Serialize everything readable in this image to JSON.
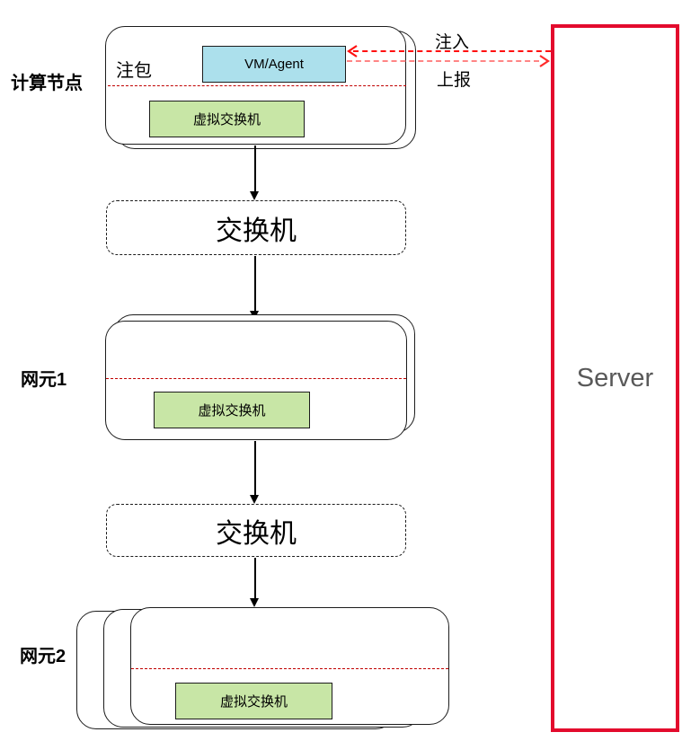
{
  "diagram": {
    "compute_node": {
      "label": "计算节点",
      "annotation": "注包",
      "vm": "VM/Agent",
      "vswitch": "虚拟交换机"
    },
    "switch_top": {
      "label": "交换机"
    },
    "ne1": {
      "label": "网元1",
      "vswitch": "虚拟交换机"
    },
    "switch_bottom": {
      "label": "交换机"
    },
    "ne2": {
      "label": "网元2",
      "vswitch": "虚拟交换机"
    },
    "server": {
      "label": "Server"
    },
    "flows": {
      "inject": "注入",
      "report": "上报"
    },
    "colors": {
      "vm_fill": "#ace0ec",
      "vswitch_fill": "#c8e6a6",
      "server_border": "#e30b2d",
      "inject_line": "#ff0f0f",
      "report_line": "#ff8585",
      "partition_line": "#c00000"
    }
  }
}
